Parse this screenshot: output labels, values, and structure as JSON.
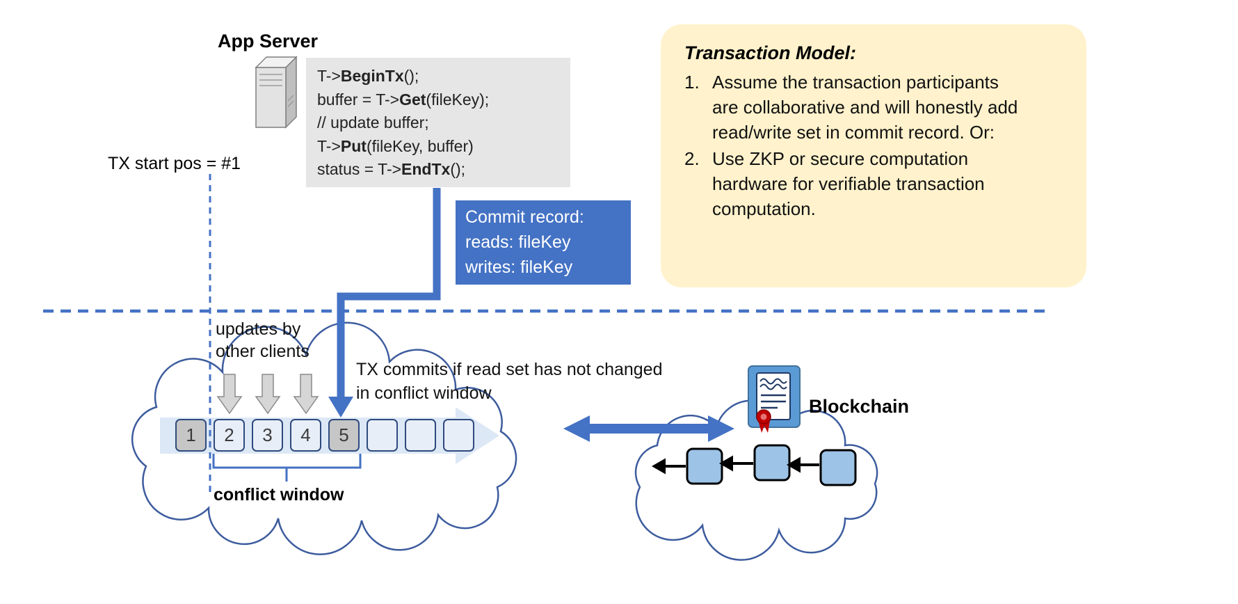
{
  "colors": {
    "accent_blue": "#4472C4",
    "cloud_outline_blue": "#3D5C9E",
    "note_yellow": "#FFF2CC",
    "code_bg": "#E7E6E6",
    "block_gray": "#C6C6C6",
    "block_light_blue": "#E8EEF8",
    "chain_block_blue": "#9DC3E6",
    "seal_red": "#C00000"
  },
  "app_server": {
    "title": "App Server"
  },
  "code_block": {
    "lines": [
      {
        "pre": "T->",
        "bold": "BeginTx",
        "post": "();"
      },
      {
        "pre": "buffer = T->",
        "bold": "Get",
        "post": "(fileKey);"
      },
      {
        "pre": "// update buffer;",
        "bold": "",
        "post": ""
      },
      {
        "pre": "T->",
        "bold": "Put",
        "post": "(fileKey, buffer)"
      },
      {
        "pre": "status = T->",
        "bold": "EndTx",
        "post": "();"
      }
    ]
  },
  "tx_start": {
    "label": "TX start pos = #1"
  },
  "commit_record": {
    "title": "Commit record:",
    "reads": "reads: fileKey",
    "writes": "writes: fileKey"
  },
  "transaction_model": {
    "title": "Transaction Model:",
    "items": [
      {
        "num": "1.",
        "text": "Assume the transaction participants are collaborative and will honestly add read/write set in commit record.  Or:"
      },
      {
        "num": "2.",
        "text": "Use ZKP or secure computation hardware for verifiable transaction computation."
      }
    ]
  },
  "annotations": {
    "updates_by_other_clients": "updates by other clients",
    "tx_commits": "TX commits if read set has not changed in conflict window",
    "conflict_window": "conflict window"
  },
  "timeline": {
    "blocks": [
      "1",
      "2",
      "3",
      "4",
      "5",
      "",
      "",
      ""
    ]
  },
  "blockchain": {
    "label": "Blockchain"
  }
}
